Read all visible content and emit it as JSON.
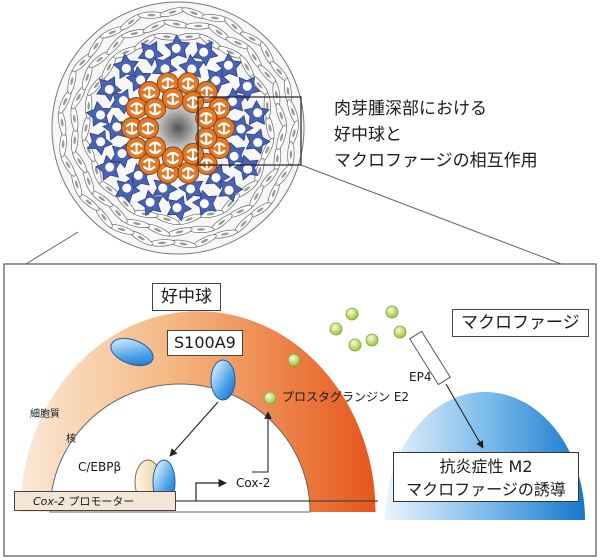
{
  "caption": {
    "line1": "肉芽腫深部における",
    "line2": "好中球と",
    "line3": "マクロファージの相互作用"
  },
  "neutrophil_title": "好中球",
  "macrophage_title": "マクロファージ",
  "s100a9": "S100A9",
  "ep4": "EP4",
  "prostaglandin": "プロスタグランジン E2",
  "cytoplasm": "細胞質",
  "nucleus": "核",
  "cebpb": "C/EBPβ",
  "cox2": "Cox-2",
  "promoter": {
    "gene": "Cox-2",
    "suffix": " プロモーター"
  },
  "result": {
    "line1": "抗炎症性 M2",
    "line2": "マクロファージの誘導"
  },
  "colors": {
    "neutrophil_orange": "#e8621a",
    "macrophage_blue": "#1e7fd0",
    "prostaglandin_green": "#b8d84a",
    "granulocyte_blue": "#4a62b3"
  }
}
